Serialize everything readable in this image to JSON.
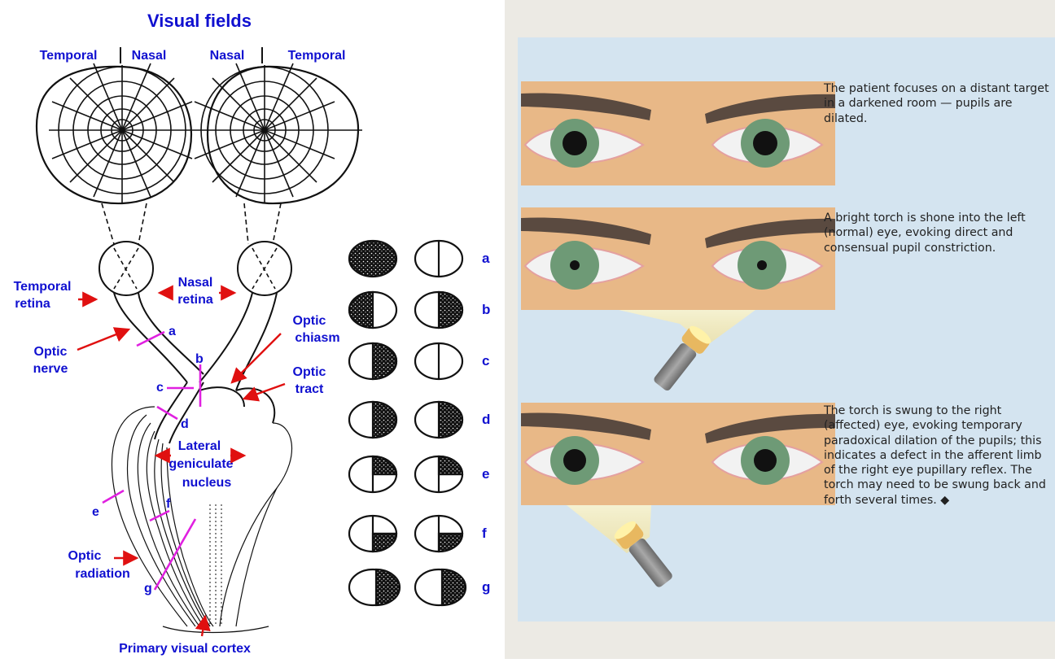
{
  "left_diagram": {
    "title": "Visual fields",
    "header_labels": [
      "Temporal",
      "Nasal",
      "Nasal",
      "Temporal"
    ],
    "labels": {
      "temporal_retina": [
        "Temporal",
        "retina"
      ],
      "nasal_retina": [
        "Nasal",
        "retina"
      ],
      "optic_nerve": [
        "Optic",
        "nerve"
      ],
      "optic_chiasm": [
        "Optic",
        "chiasm"
      ],
      "optic_tract": [
        "Optic",
        "tract"
      ],
      "lgn": [
        "Lateral",
        "geniculate",
        "nucleus"
      ],
      "optic_radiation": [
        "Optic",
        "radiation"
      ],
      "primary_cortex": "Primary visual cortex"
    },
    "lesion_letters": [
      "a",
      "b",
      "c",
      "d",
      "e",
      "f",
      "g"
    ],
    "field_defects": [
      {
        "letter": "a",
        "left": "complete loss",
        "right": "normal"
      },
      {
        "letter": "b",
        "left": "temporal hemianopia",
        "right": "temporal hemianopia"
      },
      {
        "letter": "c",
        "left": "nasal hemianopia",
        "right": "normal"
      },
      {
        "letter": "d",
        "left": "right homonymous hemianopia",
        "right": "right homonymous hemianopia"
      },
      {
        "letter": "e",
        "left": "right upper quadrantanopia",
        "right": "right upper quadrantanopia"
      },
      {
        "letter": "f",
        "left": "right lower quadrantanopia",
        "right": "right lower quadrantanopia"
      },
      {
        "letter": "g",
        "left": "right hemianopia macular sparing",
        "right": "right hemianopia macular sparing"
      }
    ],
    "colors": {
      "label_blue": "#1010d0",
      "arrow_red": "#e01010",
      "lesion_magenta": "#e020e0"
    }
  },
  "right_panel": {
    "steps": [
      {
        "caption": "The patient focuses on a distant target in a darkened room — pupils are dilated.",
        "torch": "none"
      },
      {
        "caption": "A bright torch is shone into the left (normal) eye, evoking direct and consensual pupil constriction.",
        "torch": "left"
      },
      {
        "caption": "The torch is swung to the right (affected) eye, evoking temporary paradoxical dilation of the pupils; this indicates a defect in the afferent limb of the right eye pupillary reflex. The torch may need to be swung back and forth several times. ◆",
        "torch": "right"
      }
    ],
    "colors": {
      "panel_bg": "#d4e4f0",
      "skin": "#e8b887",
      "iris": "#6e9a76",
      "brow": "#5a4a40"
    }
  }
}
